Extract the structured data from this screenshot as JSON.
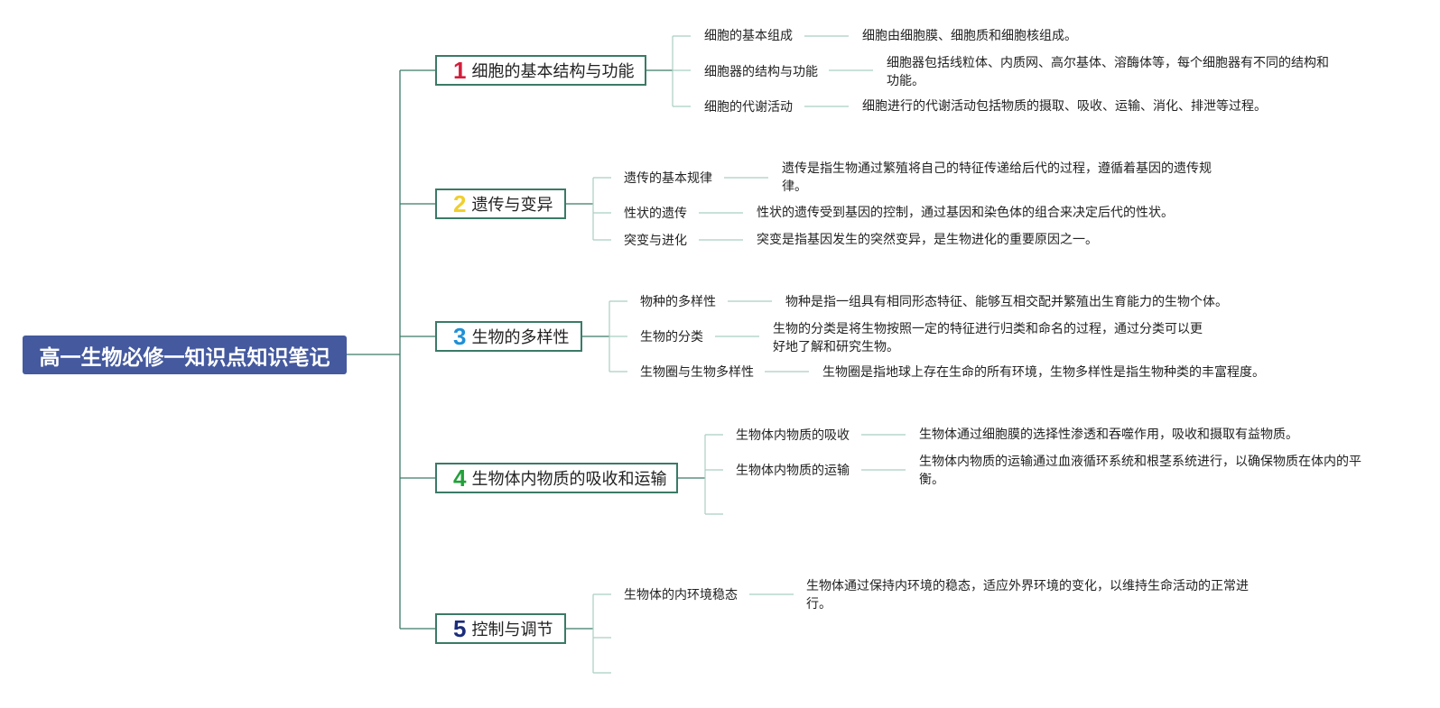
{
  "root": {
    "title": "高一生物必修一知识点知识笔记"
  },
  "colors": {
    "root_bg": "#44599e",
    "line": "#3b7a67",
    "leaf_line": "#a9cfc2",
    "num1": "#d41e3c",
    "num2": "#f0cf2c",
    "num3": "#1e90d6",
    "num4": "#22a03a",
    "num5": "#1b2c7c"
  },
  "topics": [
    {
      "number": "1",
      "title": "细胞的基本结构与功能",
      "children": [
        {
          "label": "细胞的基本组成",
          "detail": "细胞由细胞膜、细胞质和细胞核组成。"
        },
        {
          "label": "细胞器的结构与功能",
          "detail": "细胞器包括线粒体、内质网、高尔基体、溶酶体等，每个细胞器有不同的结构和功能。"
        },
        {
          "label": "细胞的代谢活动",
          "detail": "细胞进行的代谢活动包括物质的摄取、吸收、运输、消化、排泄等过程。"
        }
      ]
    },
    {
      "number": "2",
      "title": "遗传与变异",
      "children": [
        {
          "label": "遗传的基本规律",
          "detail": "遗传是指生物通过繁殖将自己的特征传递给后代的过程，遵循着基因的遗传规律。"
        },
        {
          "label": "性状的遗传",
          "detail": "性状的遗传受到基因的控制，通过基因和染色体的组合来决定后代的性状。"
        },
        {
          "label": "突变与进化",
          "detail": "突变是指基因发生的突然变异，是生物进化的重要原因之一。"
        }
      ]
    },
    {
      "number": "3",
      "title": "生物的多样性",
      "children": [
        {
          "label": "物种的多样性",
          "detail": "物种是指一组具有相同形态特征、能够互相交配并繁殖出生育能力的生物个体。"
        },
        {
          "label": "生物的分类",
          "detail": "生物的分类是将生物按照一定的特征进行归类和命名的过程，通过分类可以更好地了解和研究生物。"
        },
        {
          "label": "生物圈与生物多样性",
          "detail": "生物圈是指地球上存在生命的所有环境，生物多样性是指生物种类的丰富程度。"
        }
      ]
    },
    {
      "number": "4",
      "title": "生物体内物质的吸收和运输",
      "children": [
        {
          "label": "生物体内物质的吸收",
          "detail": "生物体通过细胞膜的选择性渗透和吞噬作用，吸收和摄取有益物质。"
        },
        {
          "label": "生物体内物质的运输",
          "detail": "生物体内物质的运输通过血液循环系统和根茎系统进行，以确保物质在体内的平衡。"
        }
      ]
    },
    {
      "number": "5",
      "title": "控制与调节",
      "children": [
        {
          "label": "生物体的内环境稳态",
          "detail": "生物体通过保持内环境的稳态，适应外界环境的变化，以维持生命活动的正常进行。"
        }
      ]
    }
  ]
}
